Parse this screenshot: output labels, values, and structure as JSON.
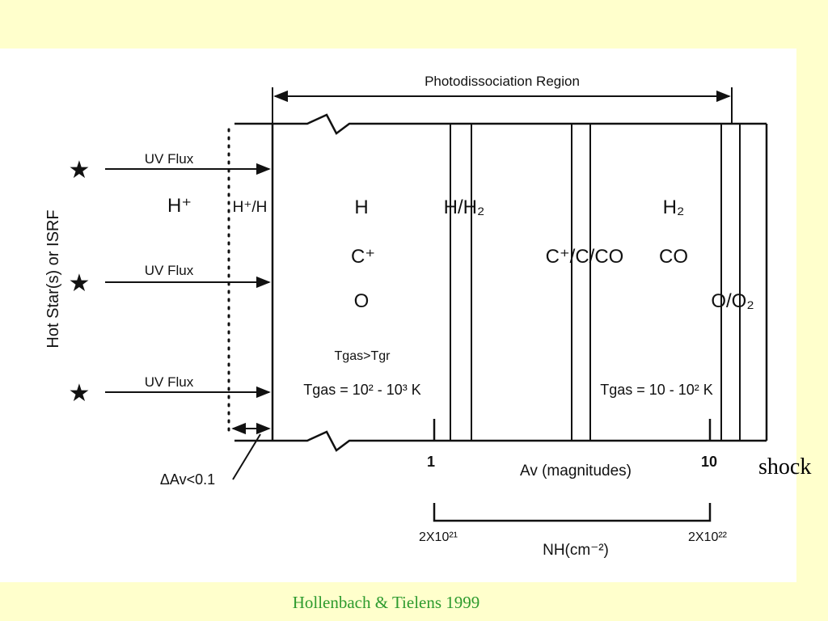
{
  "diagram": {
    "region_title": "Photodissociation Region",
    "side_label": "Hot Star(s) or ISRF",
    "star_glyph": "★",
    "uv_flux_labels": [
      "UV Flux",
      "UV Flux",
      "UV Flux"
    ],
    "zones": {
      "hplus": "H⁺",
      "hplus_h": "H⁺/H",
      "h_species": [
        "H",
        "C⁺",
        "O"
      ],
      "h_h2": "H/H₂",
      "c_c_co": "C⁺/C/CO",
      "h2_species": [
        "H₂",
        "CO"
      ],
      "o_o2": "O/O₂"
    },
    "temperatures": {
      "tgas_gt_tgr": "Tgas>Tgr",
      "warm": "Tgas = 10² - 10³ K",
      "cold": "Tgas = 10 - 10² K"
    },
    "av_axis": {
      "label": "Av (magnitudes)",
      "ticks": [
        "1",
        "10"
      ]
    },
    "nh_axis": {
      "label": "NH(cm⁻²)",
      "ticks": [
        "2X10²¹",
        "2X10²²"
      ]
    },
    "delta_av_label": "ΔAv<0.1"
  },
  "shock_label": "shock",
  "citation": "Hollenbach & Tielens 1999",
  "colors": {
    "slide_background": "#ffffcc",
    "figure_background": "#ffffff",
    "citation": "#2e9b2e"
  }
}
